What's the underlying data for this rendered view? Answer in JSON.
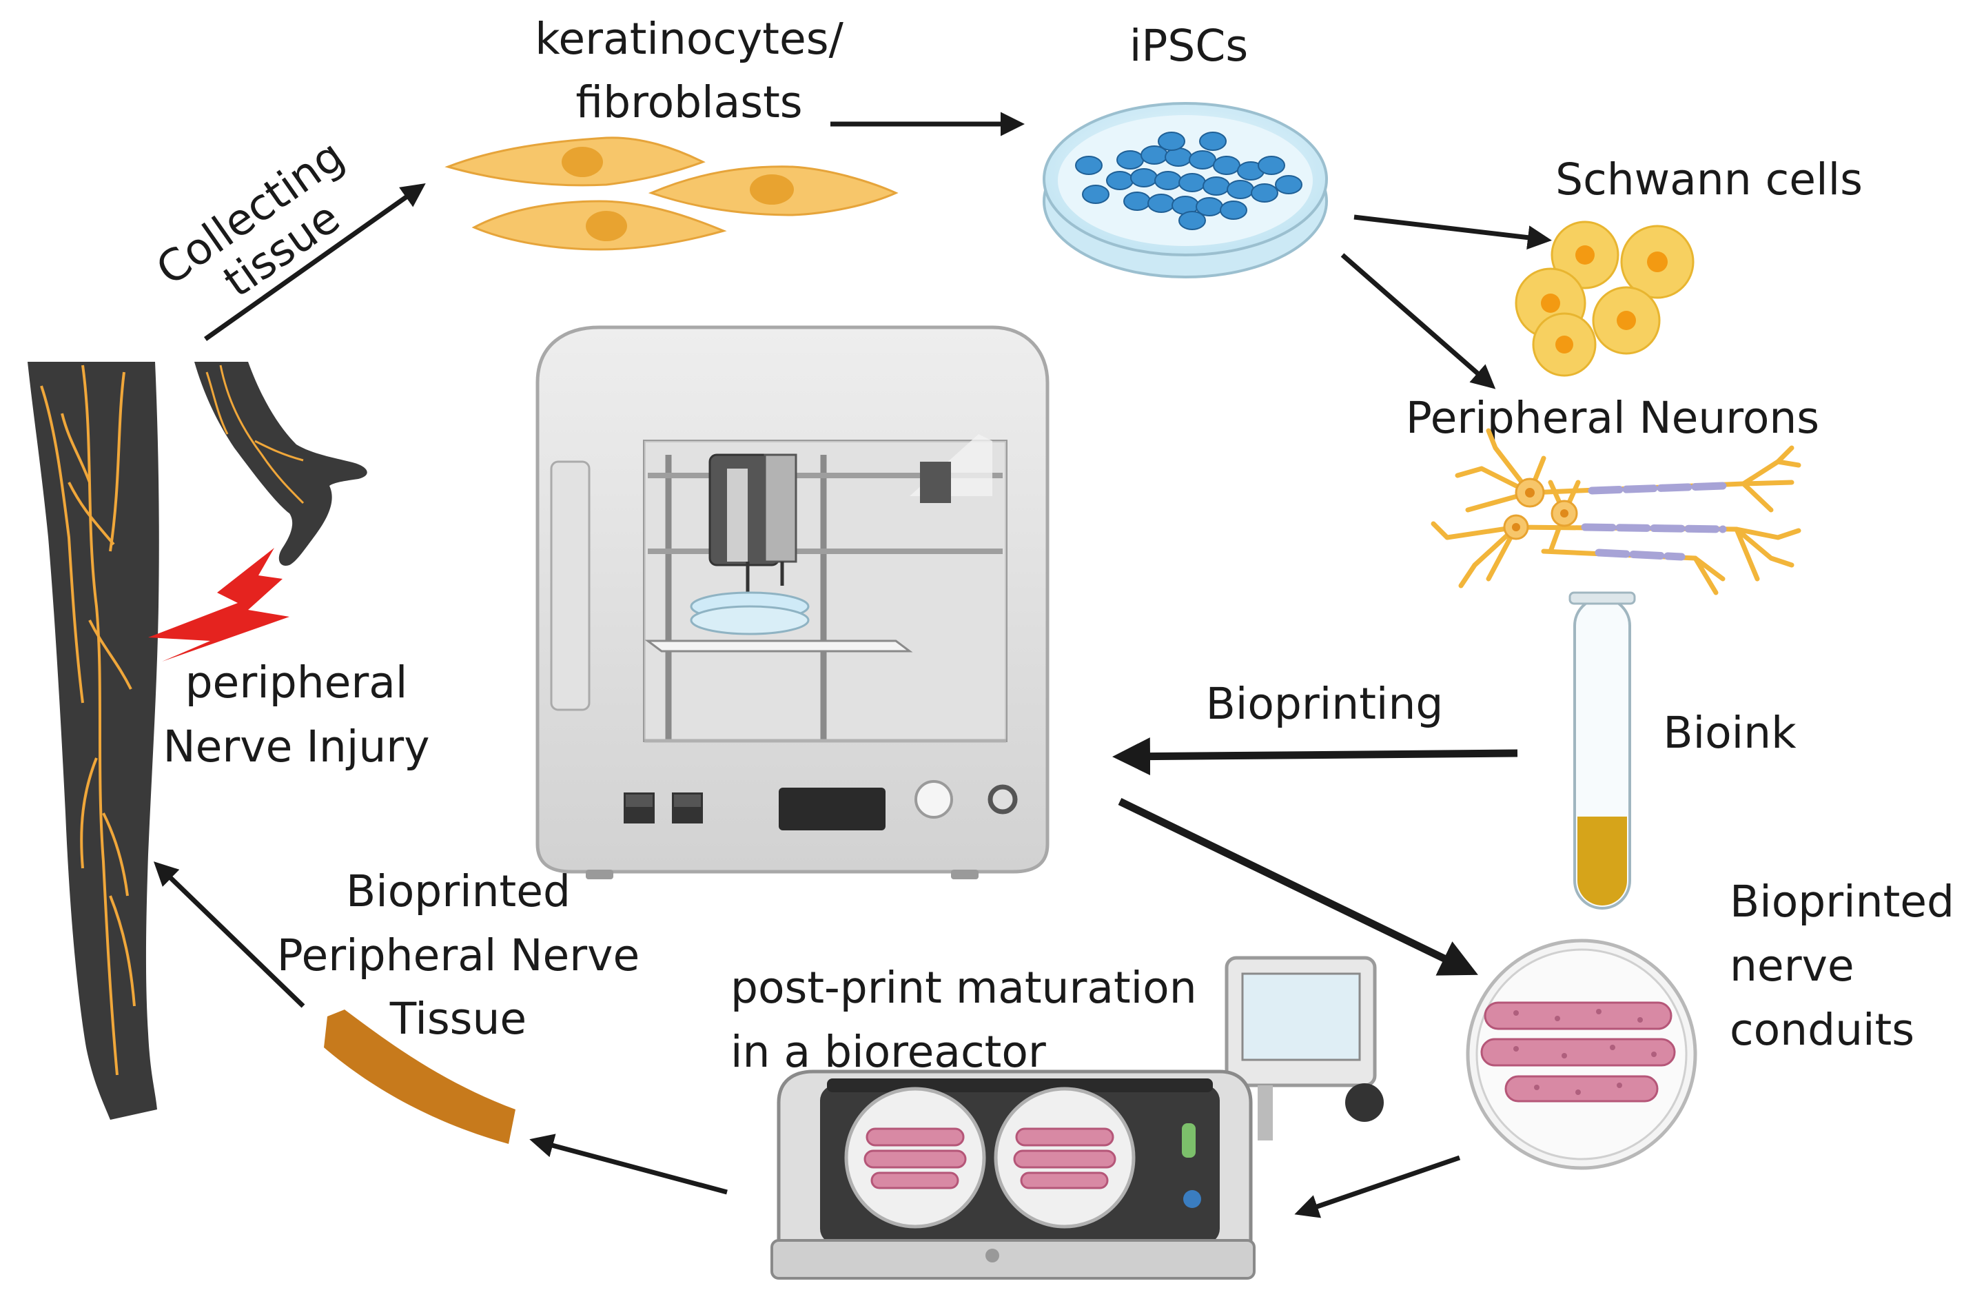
{
  "labels": {
    "collecting_line1": "Collecting",
    "collecting_line2": "tissue",
    "keratinocytes_line1": "keratinocytes/",
    "keratinocytes_line2": "fibroblasts",
    "ipscs": "iPSCs",
    "schwann": "Schwann cells",
    "neurons": "Peripheral Neurons",
    "injury_line1": "peripheral",
    "injury_line2": "Nerve Injury",
    "bioprinting": "Bioprinting",
    "bioink": "Bioink",
    "conduits_line1": "Bioprinted",
    "conduits_line2": "nerve",
    "conduits_line3": "conduits",
    "tissue_line1": "Bioprinted",
    "tissue_line2": "Peripheral Nerve",
    "tissue_line3": "Tissue",
    "maturation_line1": "post-print maturation",
    "maturation_line2": "in a bioreactor"
  },
  "colors": {
    "skin": "#3a3a3a",
    "nerve": "#f0a73a",
    "fibroblast": "#f7c66a",
    "ipsc": "#3a8fd0",
    "schwann": "#f7d060",
    "bioink": "#d6a41a",
    "injury": "#e5231f",
    "conduit": "#c44f7a",
    "tissue": "#c77a1c"
  }
}
